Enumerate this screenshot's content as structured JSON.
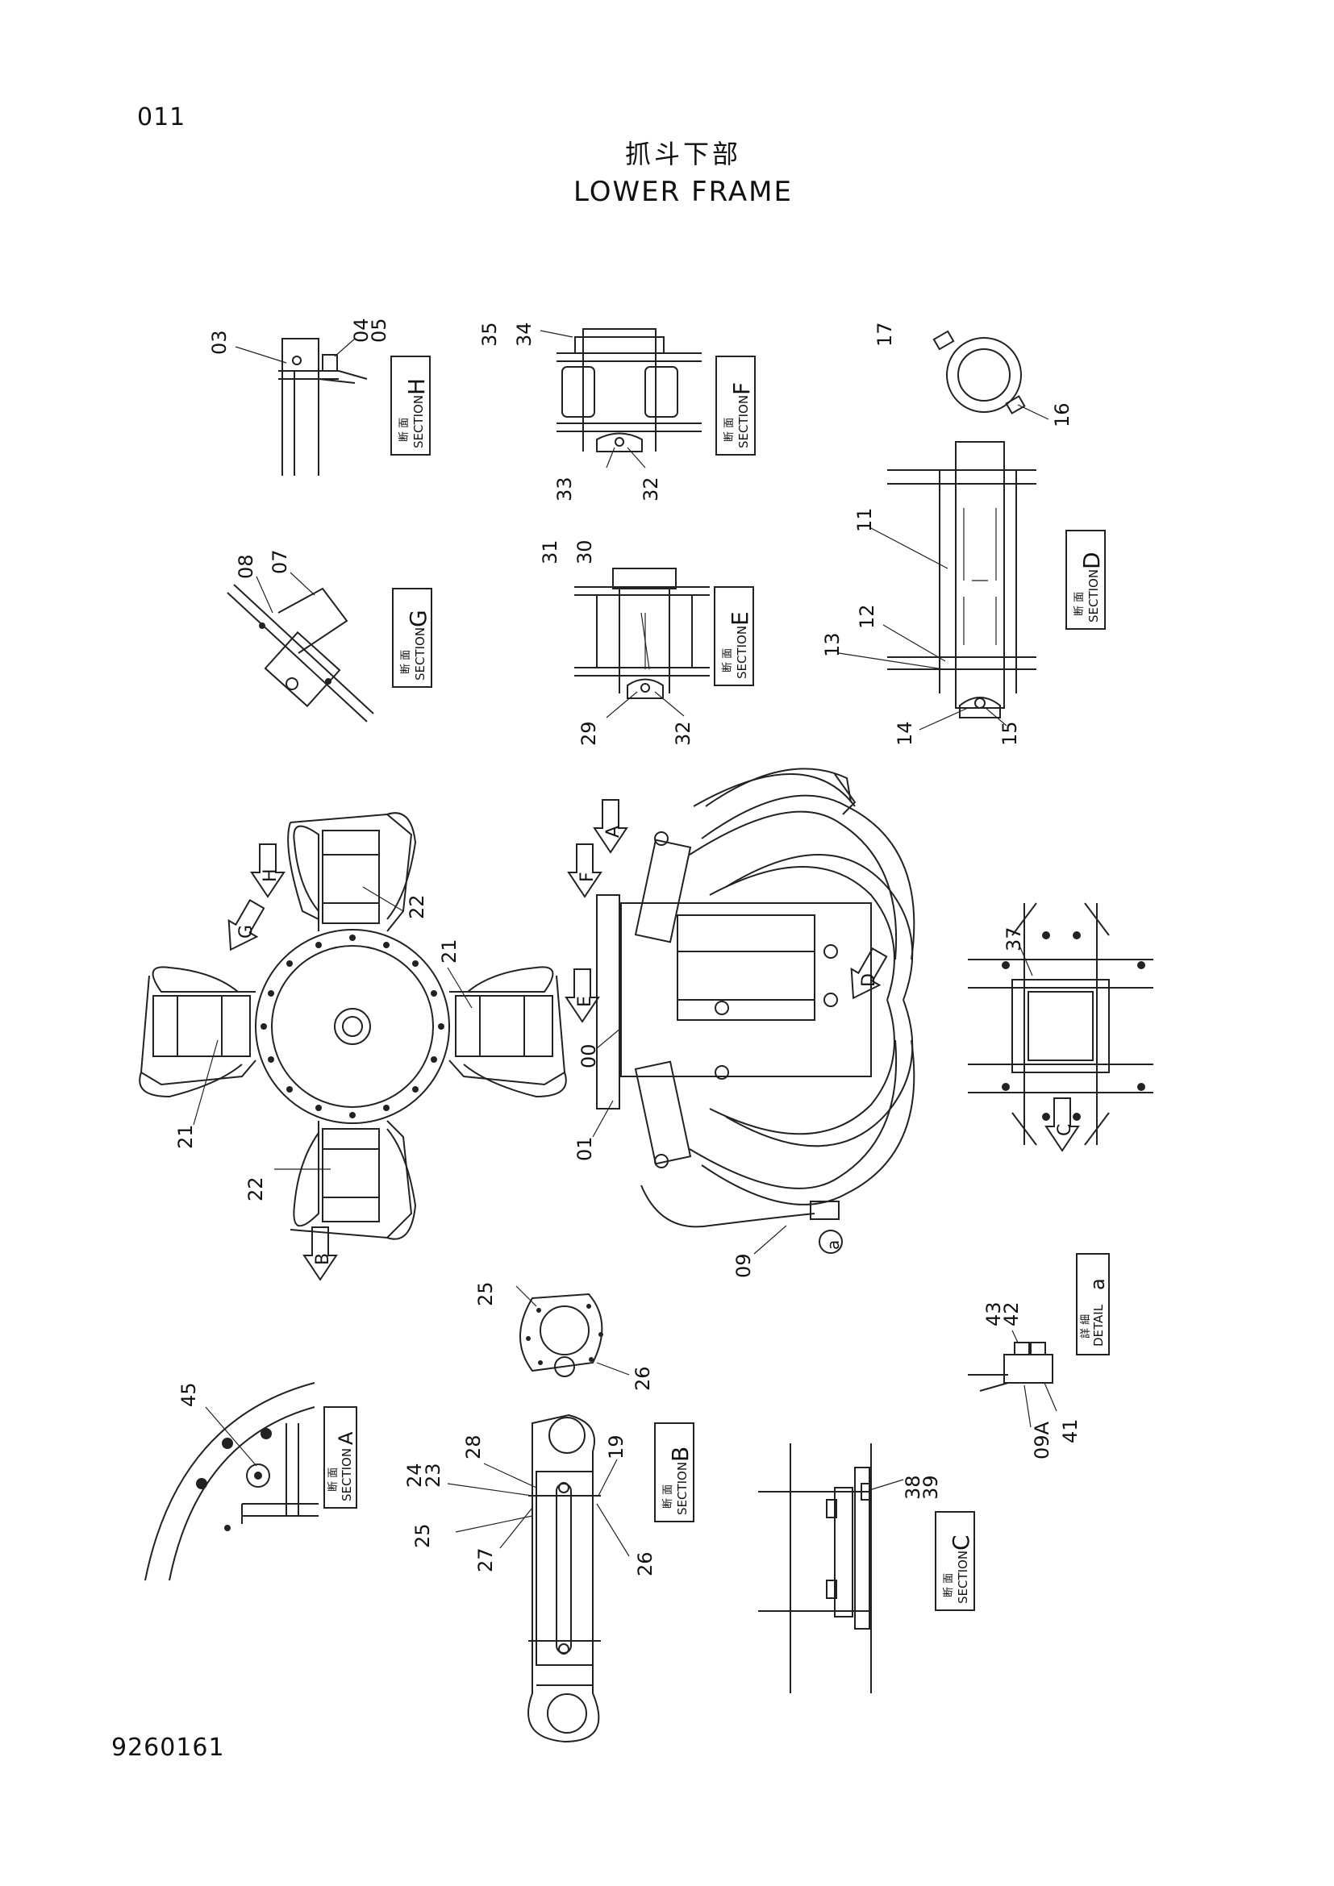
{
  "page": {
    "page_number": "011",
    "title_cn": "抓斗下部",
    "title_en": "LOWER  FRAME",
    "doc_number": "9260161"
  },
  "sections": {
    "h": {
      "cn": "断 面",
      "en": "SECTION",
      "letter": "H"
    },
    "f": {
      "cn": "断 面",
      "en": "SECTION",
      "letter": "F"
    },
    "g": {
      "cn": "断 面",
      "en": "SECTION",
      "letter": "G"
    },
    "e": {
      "cn": "断 面",
      "en": "SECTION",
      "letter": "E"
    },
    "d": {
      "cn": "断 面",
      "en": "SECTION",
      "letter": "D"
    },
    "a": {
      "cn": "断 面",
      "en": "SECTION",
      "letter": "A"
    },
    "b": {
      "cn": "断 面",
      "en": "SECTION",
      "letter": "B"
    },
    "c": {
      "cn": "断 面",
      "en": "SECTION",
      "letter": "C"
    },
    "detail_a": {
      "cn": "詳 細",
      "en": "DETAIL",
      "letter": "a"
    }
  },
  "arrows": {
    "a": "A",
    "b": "B",
    "c": "C",
    "d": "D",
    "e": "E",
    "f": "F",
    "g": "G",
    "h": "H",
    "detail": "a"
  },
  "parts": {
    "p00": "00",
    "p01": "01",
    "p03": "03",
    "p04": "04",
    "p05": "05",
    "p07": "07",
    "p08": "08",
    "p09": "09",
    "p09a": "09A",
    "p11": "11",
    "p12": "12",
    "p13": "13",
    "p14": "14",
    "p15": "15",
    "p16": "16",
    "p17": "17",
    "p19": "19",
    "p21a": "21",
    "p21b": "21",
    "p22a": "22",
    "p22b": "22",
    "p23": "23",
    "p24": "24",
    "p25a": "25",
    "p25b": "25",
    "p26a": "26",
    "p26b": "26",
    "p27": "27",
    "p28": "28",
    "p29": "29",
    "p30": "30",
    "p31": "31",
    "p32a": "32",
    "p32b": "32",
    "p33": "33",
    "p34": "34",
    "p35": "35",
    "p37": "37",
    "p38": "38",
    "p39": "39",
    "p41": "41",
    "p42": "42",
    "p43": "43",
    "p45": "45"
  }
}
